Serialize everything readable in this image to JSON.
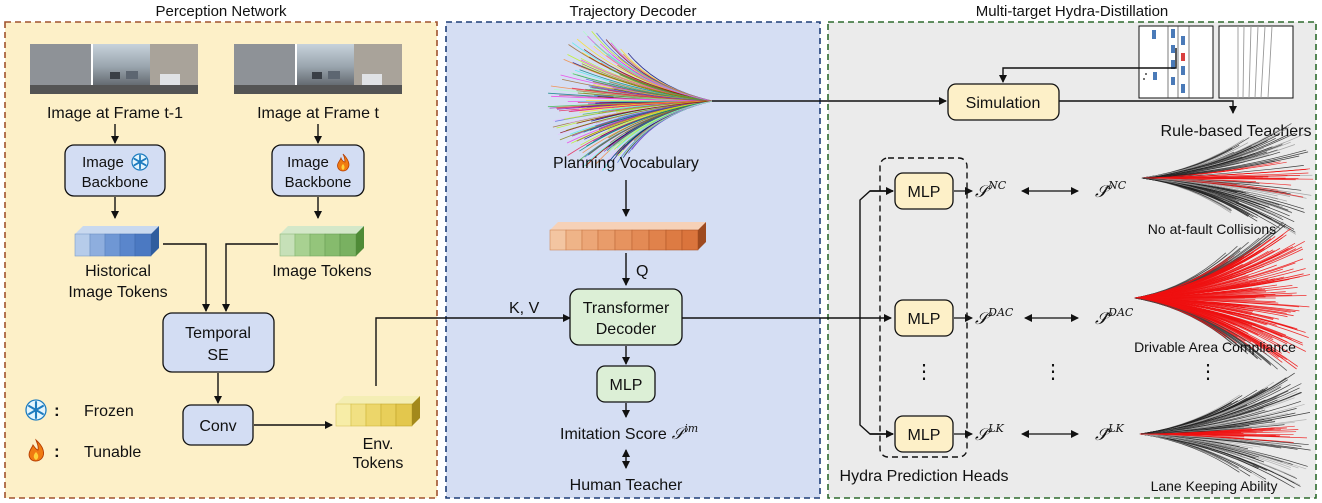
{
  "colors": {
    "perception_bg": "#fdf0c8",
    "perception_border": "#a0522d",
    "decoder_bg": "#d5def3",
    "decoder_border": "#1f3f78",
    "hydra_bg": "#ebebeb",
    "hydra_border": "#2e6b2e",
    "box_blue": "#d3ddf3",
    "box_yellow": "#fdf0c8",
    "box_green": "#dcefd6",
    "trajectory_red": "#ee1111"
  },
  "perception": {
    "title": "Perception Network",
    "frame_prev": "Image at Frame t-1",
    "frame_cur": "Image at Frame t",
    "backbone_frozen": [
      "Image",
      "Backbone"
    ],
    "backbone_tunable": [
      "Image",
      "Backbone"
    ],
    "historical_tokens": [
      "Historical",
      "Image Tokens"
    ],
    "image_tokens": "Image Tokens",
    "temporal_se": [
      "Temporal",
      "SE"
    ],
    "conv": "Conv",
    "env_tokens": [
      "Env.",
      "Tokens"
    ],
    "legend_frozen": "Frozen",
    "legend_tunable": "Tunable",
    "legend_colon": ":",
    "frozen_icon": "snowflake-icon",
    "tunable_icon": "flame-icon"
  },
  "decoder": {
    "title": "Trajectory Decoder",
    "vocab": "Planning Vocabulary",
    "q": "Q",
    "kv": "K, V",
    "transformer": [
      "Transformer",
      "Decoder"
    ],
    "mlp": "MLP",
    "imitation": "Imitation Score",
    "human_teacher": "Human Teacher"
  },
  "hydra": {
    "title": "Multi-target Hydra-Distillation",
    "simulation": "Simulation",
    "rule_teachers": "Rule-based Teachers",
    "mlp": "MLP",
    "dots": "⋮",
    "score_nc": "NC",
    "score_dac": "DAC",
    "score_lk": "LK",
    "caption_nc": "No at-fault Collisions",
    "caption_dac": "Drivable Area Compliance",
    "caption_lk": "Lane Keeping Ability",
    "heads": "Hydra Prediction Heads"
  }
}
